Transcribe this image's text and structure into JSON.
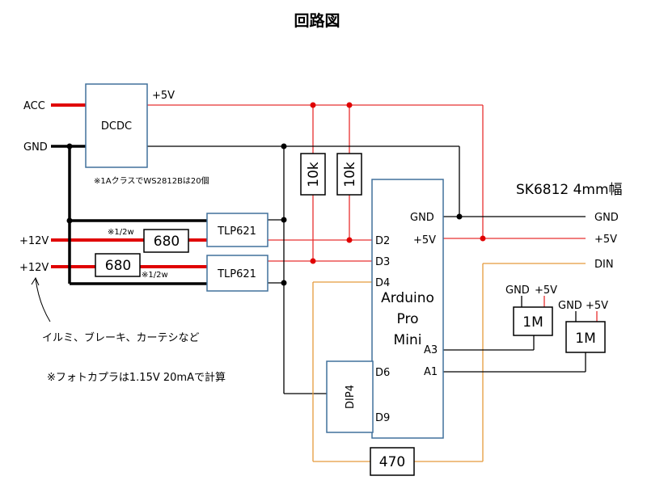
{
  "title": "回路図",
  "colors": {
    "power_red": "#e00000",
    "thin_red": "#e83030",
    "orange": "#e59a3c",
    "black": "#000000",
    "box_border": "#41719c"
  },
  "power": {
    "acc": "ACC",
    "gnd": "GND",
    "v12_a": "+12V",
    "v12_b": "+12V",
    "v5": "+5V"
  },
  "dcdc": {
    "label": "DCDC",
    "note": "※1AクラスでWS2812Bは20個"
  },
  "resistors": {
    "pullup_a": "10k",
    "pullup_b": "10k",
    "r680_a": "680",
    "r680_b": "680",
    "w_a": "※1/2w",
    "w_b": "※1/2w",
    "r470": "470",
    "r1m_a": "1M",
    "r1m_b": "1M"
  },
  "optocouplers": {
    "top": "TLP621",
    "bottom": "TLP621"
  },
  "arduino": {
    "name_line1": "Arduino",
    "name_line2": "Pro",
    "name_line3": "Mini",
    "pins": {
      "gnd": "GND",
      "v5": "+5V",
      "d2": "D2",
      "d3": "D3",
      "d4": "D4",
      "a3": "A3",
      "a1": "A1",
      "d6": "D6",
      "d9": "D9"
    }
  },
  "dip": {
    "label": "DIP4"
  },
  "led_strip": {
    "title": "SK6812 4mm幅",
    "gnd": "GND",
    "v5": "+5V",
    "din": "DIN"
  },
  "pots": {
    "a_gnd": "GND",
    "a_v5": "+5V",
    "b_gnd": "GND",
    "b_v5": "+5V"
  },
  "notes": {
    "inputs": "イルミ、ブレーキ、カーテシなど",
    "photo": "※フォトカプラは1.15V 20mAで計算"
  }
}
